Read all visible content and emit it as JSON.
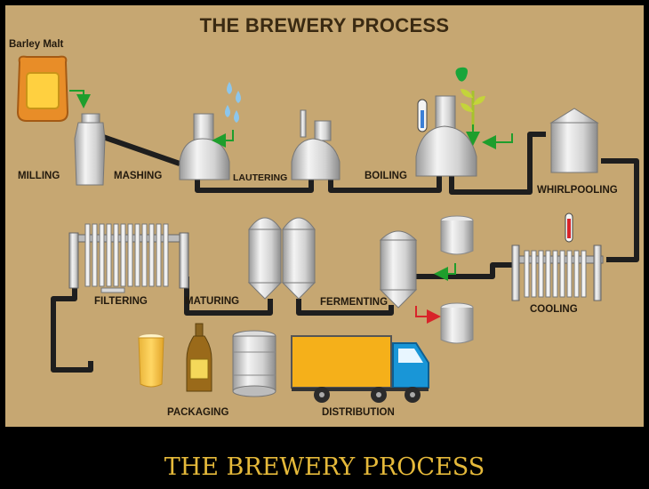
{
  "diagram": {
    "title": "THE BREWERY PROCESS",
    "caption": "THE BREWERY PROCESS",
    "colors": {
      "background": "#c6a772",
      "pipe": "#1e1e1e",
      "arrow_green": "#1e9e2c",
      "arrow_red": "#d8242a",
      "truck_body": "#f5b01a",
      "truck_cab": "#1996d7",
      "caption_text": "#e5b93a"
    },
    "labels": {
      "barley_malt": "Barley Malt",
      "milling": "MILLING",
      "mashing": "MASHING",
      "lautering": "LAUTERING",
      "boiling": "BOILING",
      "whirlpooling": "WHIRLPOOLING",
      "cooling": "COOLING",
      "fermenting": "FERMENTING",
      "maturing": "MATURING",
      "filtering": "FILTERING",
      "packaging": "PACKAGING",
      "distribution": "DISTRIBUTION"
    },
    "icons": [
      "malt-sack-icon",
      "water-drops-icon",
      "thermometer-icon",
      "hops-icon",
      "bucket-icon",
      "glass-icon",
      "bottle-icon",
      "keg-icon",
      "truck-icon"
    ]
  }
}
